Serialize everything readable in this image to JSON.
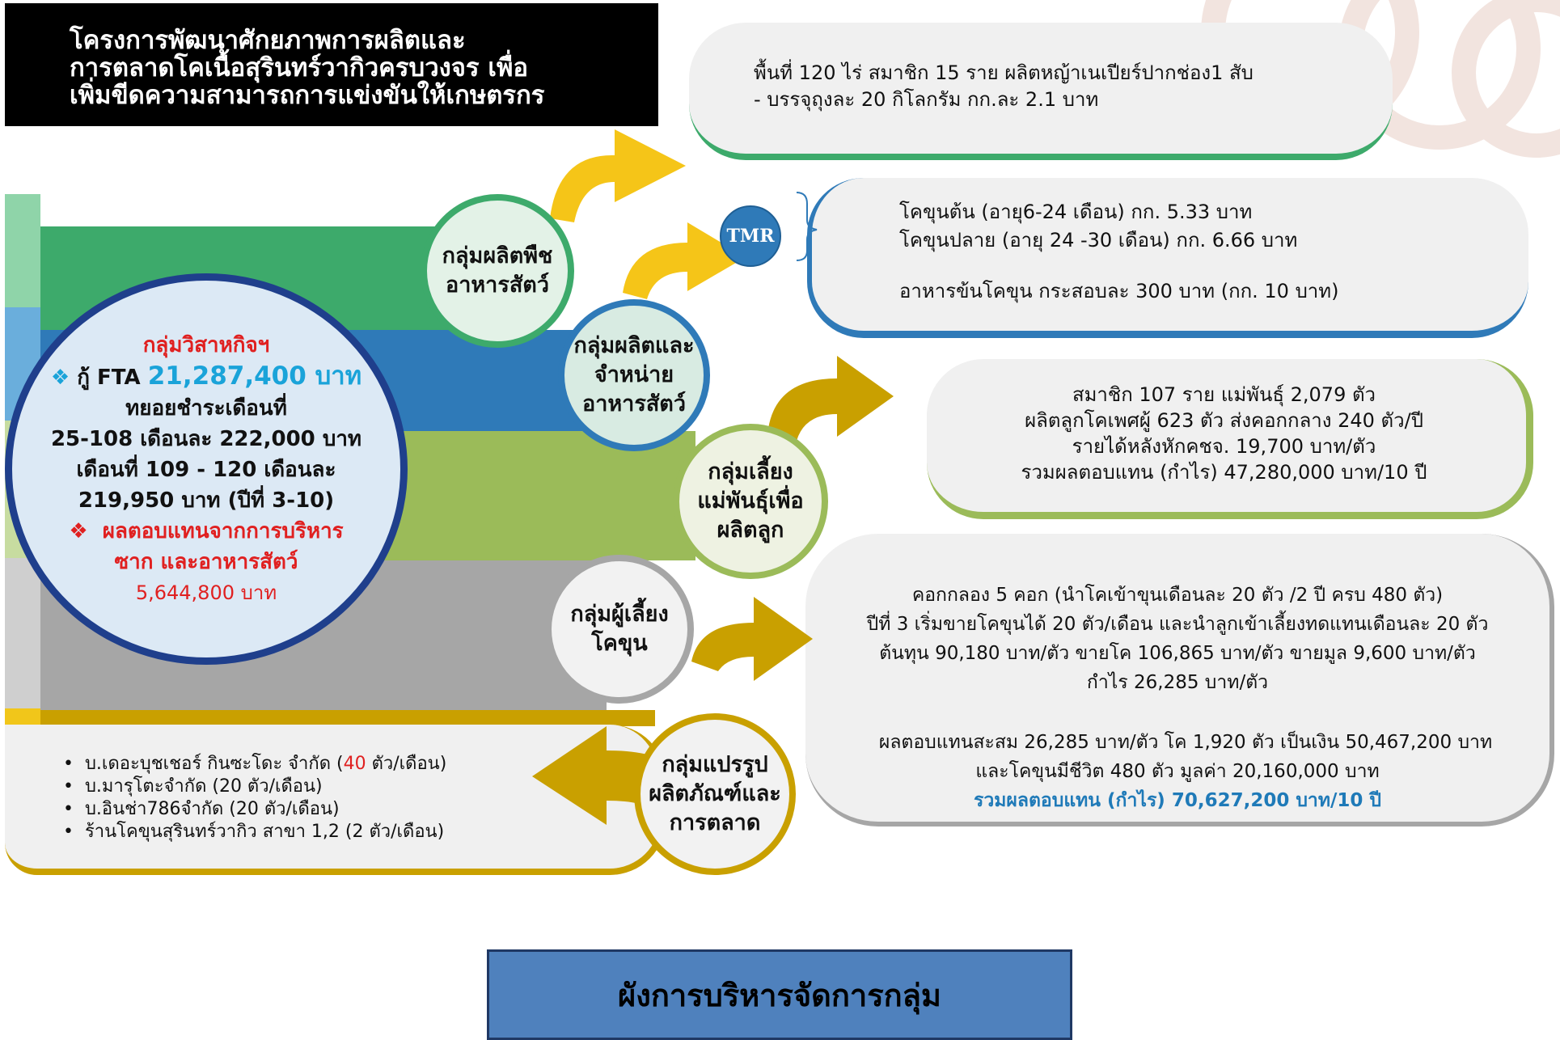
{
  "title": {
    "lines": [
      "โครงการพัฒนาศักยภาพการผลิตและ",
      "การตลาดโคเนื้อสุรินทร์วากิวครบวงจร เพื่อ",
      "เพิ่มขีดความสามารถการแข่งขันให้เกษตรกร"
    ]
  },
  "hub": {
    "heading": "กลุ่มวิสาหกิจฯ",
    "loan_prefix": "กู้ FTA",
    "loan_amount": "21,287,400 บาท",
    "lines": [
      "ทยอยชำระเดือนที่",
      "25-108 เดือนละ 222,000 บาท",
      "เดือนที่ 109 - 120 เดือนละ",
      "219,950 บาท  (ปีที่ 3-10)"
    ],
    "return_line1": "ผลตอบแทนจากการบริหาร",
    "return_line2": "ซาก และอาหารสัตว์",
    "return_amount": "5,644,800 บาท"
  },
  "groups": [
    {
      "name_line1": "กลุ่มผลิตพืช",
      "name_line2": "อาหารสัตว์",
      "color": "#3daa6b"
    },
    {
      "name_line1": "กลุ่มผลิตและ",
      "name_line2": "จำหน่าย",
      "name_line3": "อาหารสัตว์",
      "color": "#2f7ab8"
    },
    {
      "name_line1": "กลุ่มเลี้ยง",
      "name_line2": "แม่พันธุ์เพื่อ",
      "name_line3": "ผลิตลูก",
      "color": "#9bbb59"
    },
    {
      "name_line1": "กลุ่มผู้เลี้ยง",
      "name_line2": "โคขุน",
      "color": "#a6a6a6"
    },
    {
      "name_line1": "กลุ่มแปรรูป",
      "name_line2": "ผลิตภัณฑ์และ",
      "name_line3": "การตลาด",
      "color": "#c9a000"
    }
  ],
  "tmr_badge": "TMR",
  "panels": {
    "forage": [
      "พื้นที่ 120 ไร่ สมาชิก 15 ราย ผลิตหญ้าเนเปียร์ปากช่อง1 สับ",
      "- บรรจุถุงละ 20 กิโลกรัม  กก.ละ  2.1 บาท"
    ],
    "feed": [
      "โคขุนต้น (อายุ6-24 เดือน) กก. 5.33 บาท",
      "โคขุนปลาย (อายุ 24 -30 เดือน) กก. 6.66 บาท",
      "อาหารข้นโคขุน กระสอบละ 300 บาท (กก. 10 บาท)"
    ],
    "breeder": [
      "สมาชิก 107 ราย แม่พันธุ์ 2,079 ตัว",
      "ผลิตลูกโคเพศผู้ 623 ตัว ส่งคอกกลาง 240 ตัว/ปี",
      "รายได้หลังหักคชจ. 19,700 บาท/ตัว",
      "รวมผลตอบแทน (กำไร) 47,280,000 บาท/10 ปี"
    ],
    "fattening": [
      "คอกกลอง 5 คอก (นำโคเข้าขุนเดือนละ 20 ตัว /2 ปี ครบ 480 ตัว)",
      "ปีที่ 3 เริ่มขายโคขุนได้ 20 ตัว/เดือน  และนำลูกเข้าเลี้ยงทดแทนเดือนละ 20 ตัว",
      "ต้นทุน 90,180 บาท/ตัว ขายโค 106,865 บาท/ตัว ขายมูล 9,600 บาท/ตัว",
      "กำไร 26,285 บาท/ตัว",
      "ผลตอบแทนสะสม 26,285 บาท/ตัว โค 1,920 ตัว เป็นเงิน 50,467,200 บาท",
      "และโคขุนมีชีวิต 480 ตัว มูลค่า 20,160,000 บาท",
      "รวมผลตอบแทน (กำไร)  70,627,200 บาท/10 ปี"
    ],
    "buyers": [
      {
        "pre": "บ.เดอะบุชเชอร์ กินซะโดะ จำกัด (",
        "num": "40",
        "post": " ตัว/เดือน)"
      },
      {
        "pre": "บ.มารุโตะจำกัด (20 ตัว/เดือน)",
        "num": "",
        "post": ""
      },
      {
        "pre": "บ.อินช่า786จำกัด  (20 ตัว/เดือน)",
        "num": "",
        "post": ""
      },
      {
        "pre": "ร้านโคขุนสุรินทร์วากิว สาขา 1,2  (2 ตัว/เดือน)",
        "num": "",
        "post": ""
      }
    ]
  },
  "footer": {
    "title": "ผังการบริหารจัดการกลุ่ม"
  },
  "colors": {
    "green": "#3daa6b",
    "blue": "#2f7ab8",
    "lightgreen": "#9bbb59",
    "gray": "#a6a6a6",
    "gold": "#c9a000",
    "arrow_yellow": "#f5c518",
    "hub_border": "#1f3f8c",
    "accent_red": "#e02020",
    "accent_cyan": "#1aa3d9"
  }
}
